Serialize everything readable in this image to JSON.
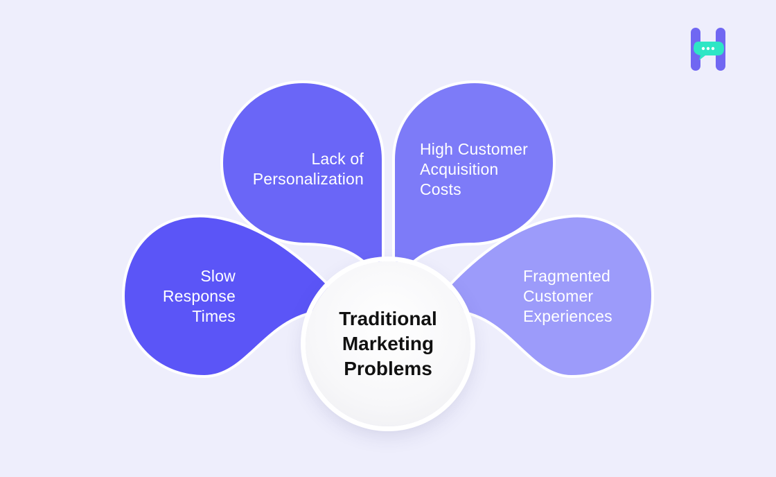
{
  "center": {
    "lines": [
      "Traditional",
      "Marketing",
      "Problems"
    ]
  },
  "petals": [
    {
      "id": "slow-response-times",
      "lines": [
        "Slow",
        "Response",
        "Times"
      ],
      "color": "#5b55f7"
    },
    {
      "id": "lack-of-personalization",
      "lines": [
        "Lack of",
        "Personalization"
      ],
      "color": "#6a66f7"
    },
    {
      "id": "high-customer-acquisition-costs",
      "lines": [
        "High Customer",
        "Acquisition",
        "Costs"
      ],
      "color": "#7d7bf8"
    },
    {
      "id": "fragmented-customer-experiences",
      "lines": [
        "Fragmented",
        "Customer",
        "Experiences"
      ],
      "color": "#9c9bfa"
    }
  ],
  "logo": {
    "icon": "chat-bubble-h-logo",
    "bar_color": "#7067f2",
    "bubble_color": "#2ee6c5"
  }
}
